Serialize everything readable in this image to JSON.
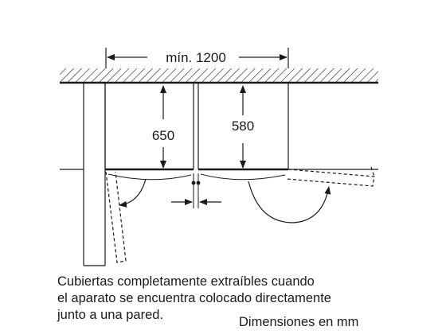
{
  "diagram": {
    "dimension_top": "mín. 1200",
    "dimension_left": "650",
    "dimension_right": "580"
  },
  "caption": {
    "lines": [
      "Cubiertas completamente extraíbles cuando",
      "el aparato se encuentra colocado directamente",
      "junto a una pared."
    ],
    "units": "Dimensiones en mm"
  }
}
